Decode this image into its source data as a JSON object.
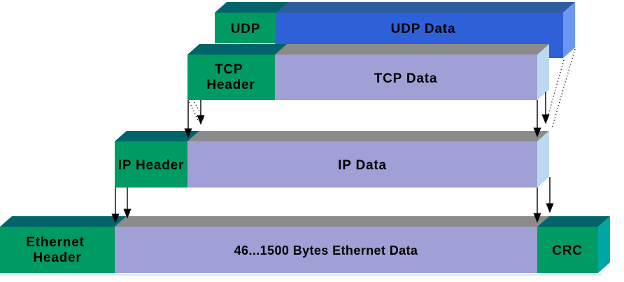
{
  "palette": {
    "background": "#ffffff",
    "header_green": "#009a63",
    "header_bevel_teal": "#00646a",
    "crc_side_teal": "#00a5a5",
    "udp_data_blue": "#2e60d8",
    "udp_data_bevel_blue": "#2f5c9f",
    "udp_data_side_blue": "#6d97f2",
    "data_lavender": "#a0a0d6",
    "data_bevel_gray": "#8b8b8b",
    "data_side_lightblue": "#bdd9f2",
    "bottom_strip": "#d8ecf6",
    "label_text": "#000000",
    "arrow": "#000000"
  },
  "layers": {
    "udp": {
      "header": "UDP",
      "data": "UDP Data"
    },
    "tcp": {
      "header_line1": "TCP",
      "header_line2": "Header",
      "data": "TCP Data"
    },
    "ip": {
      "header": "IP Header",
      "data": "IP Data"
    },
    "ethernet": {
      "header_line1": "Ethernet",
      "header_line2": "Header",
      "data": "46...1500 Bytes Ethernet Data",
      "crc": "CRC"
    }
  }
}
